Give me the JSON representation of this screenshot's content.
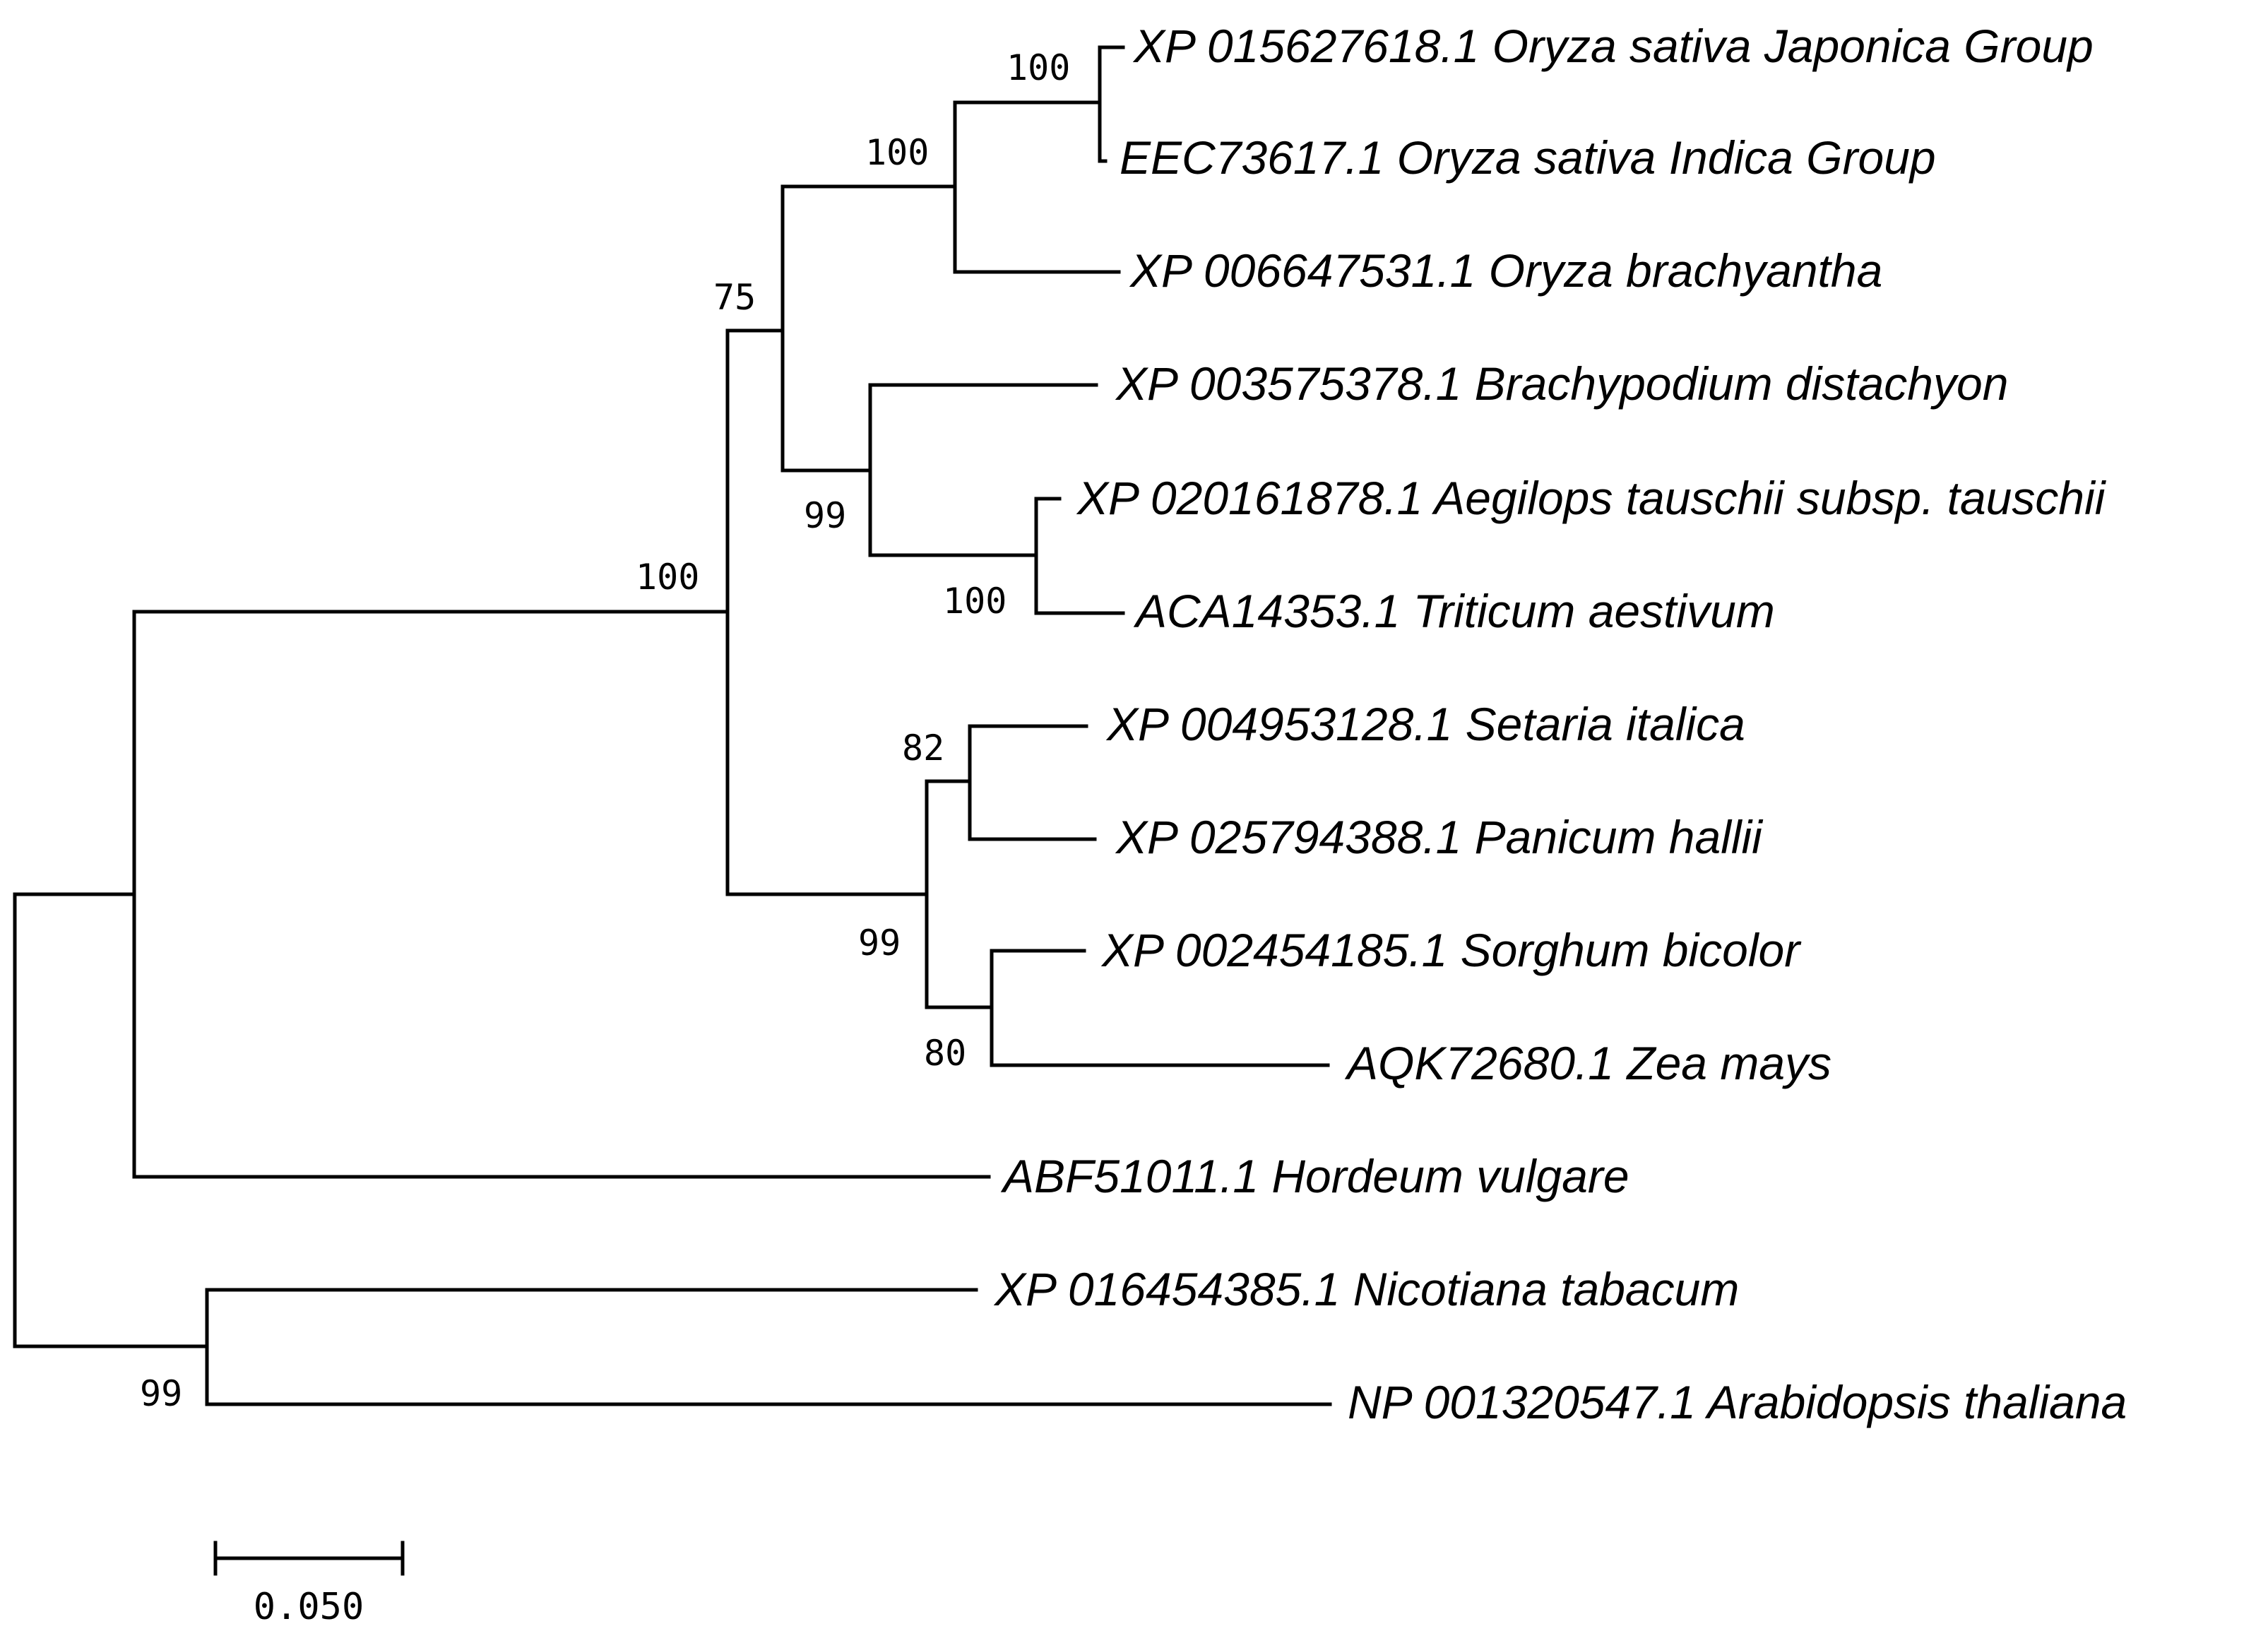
{
  "tree": {
    "leaves": [
      "XP 015627618.1 Oryza sativa Japonica Group",
      "EEC73617.1 Oryza sativa Indica Group",
      "XP 006647531.1 Oryza brachyantha",
      "XP 003575378.1 Brachypodium distachyon",
      "XP 020161878.1 Aegilops tauschii subsp. tauschii",
      "ACA14353.1 Triticum aestivum",
      "XP 004953128.1 Setaria italica",
      "XP 025794388.1 Panicum hallii",
      "XP 002454185.1 Sorghum bicolor",
      "AQK72680.1 Zea mays",
      "ABF51011.1 Hordeum vulgare",
      "XP 016454385.1 Nicotiana tabacum",
      "NP 001320547.1 Arabidopsis thaliana"
    ],
    "bootstrap_values": [
      "100",
      "100",
      "75",
      "99",
      "100",
      "100",
      "82",
      "99",
      "80",
      "99"
    ],
    "scale_bar": {
      "value": "0.050"
    },
    "line_color": "#000000"
  }
}
